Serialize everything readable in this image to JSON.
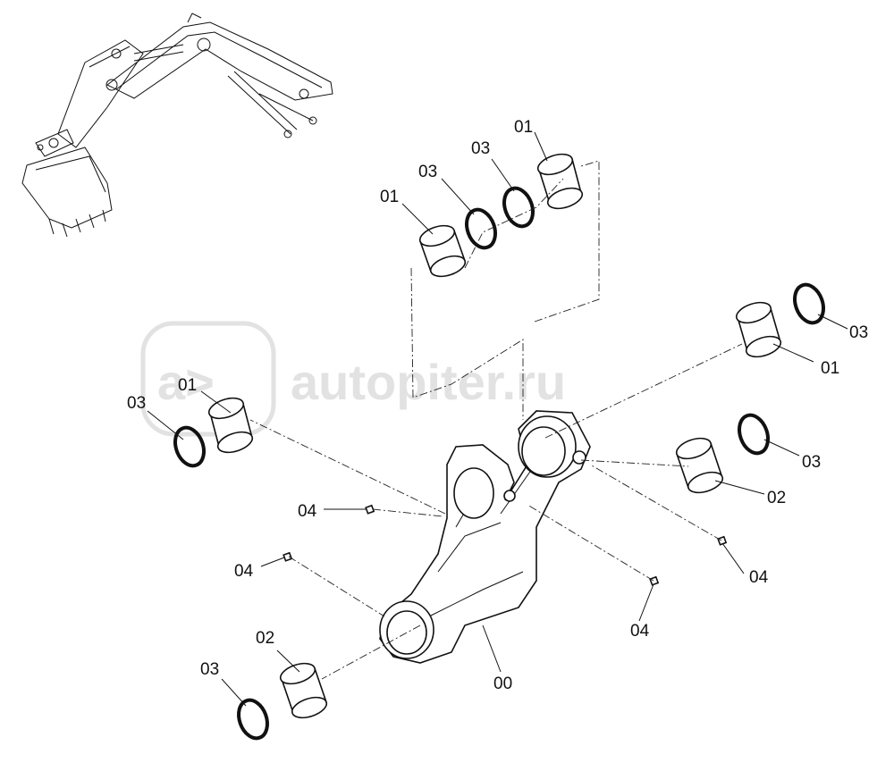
{
  "callouts": [
    {
      "id": "c1",
      "text": "01"
    },
    {
      "id": "c2",
      "text": "03"
    },
    {
      "id": "c3",
      "text": "03"
    },
    {
      "id": "c4",
      "text": "01"
    },
    {
      "id": "c5",
      "text": "03"
    },
    {
      "id": "c6",
      "text": "01"
    },
    {
      "id": "c7",
      "text": "03"
    },
    {
      "id": "c8",
      "text": "01"
    },
    {
      "id": "c9",
      "text": "03"
    },
    {
      "id": "c10",
      "text": "02"
    },
    {
      "id": "c11",
      "text": "04"
    },
    {
      "id": "c12",
      "text": "04"
    },
    {
      "id": "c13",
      "text": "04"
    },
    {
      "id": "c14",
      "text": "04"
    },
    {
      "id": "c15",
      "text": "02"
    },
    {
      "id": "c16",
      "text": "03"
    },
    {
      "id": "c17",
      "text": "00"
    }
  ],
  "watermark": {
    "text": "autopiter.ru",
    "logo_glyph": "a>"
  }
}
